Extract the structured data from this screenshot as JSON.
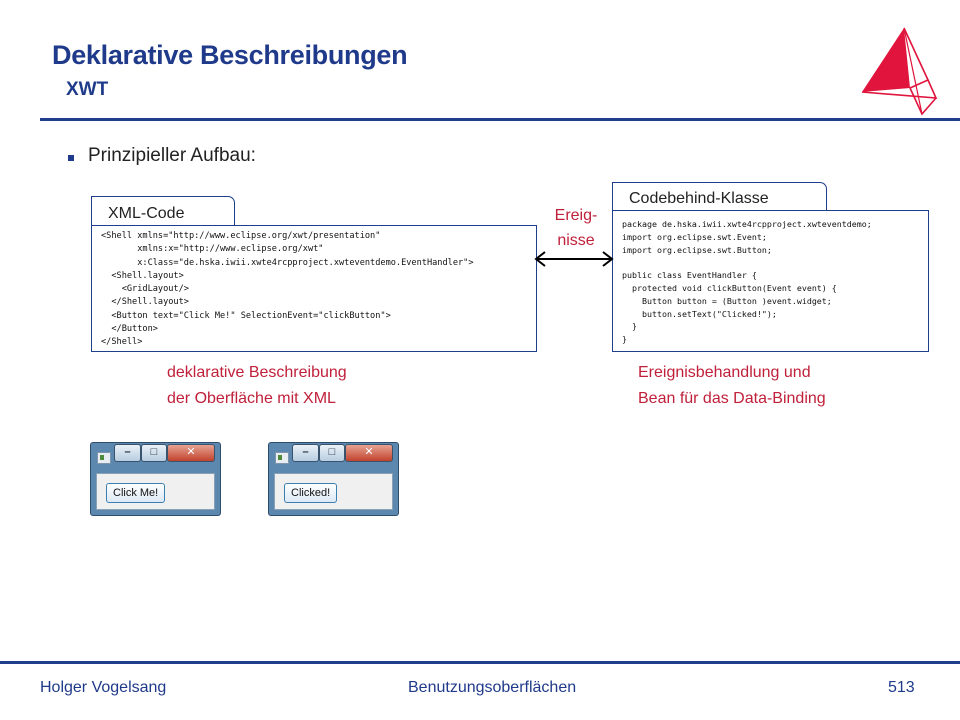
{
  "slide": {
    "title": "Deklarative Beschreibungen",
    "subtitle": "XWT",
    "bullet": "Prinzipieller Aufbau:"
  },
  "xml_panel": {
    "tab_label": "XML-Code",
    "code": "<Shell xmlns=\"http://www.eclipse.org/xwt/presentation\"\n       xmlns:x=\"http://www.eclipse.org/xwt\"\n       x:Class=\"de.hska.iwii.xwte4rcpproject.xwteventdemo.EventHandler\">\n  <Shell.layout>\n    <GridLayout/>\n  </Shell.layout>\n  <Button text=\"Click Me!\" SelectionEvent=\"clickButton\">\n  </Button>\n</Shell>",
    "caption_line1": "deklarative Beschreibung",
    "caption_line2": "der Oberfläche mit XML"
  },
  "codebehind_panel": {
    "tab_label": "Codebehind-Klasse",
    "code": "package de.hska.iwii.xwte4rcpproject.xwteventdemo;\nimport org.eclipse.swt.Event;\nimport org.eclipse.swt.Button;\n\npublic class EventHandler {\n  protected void clickButton(Event event) {\n    Button button = (Button )event.widget;\n    button.setText(\"Clicked!\");\n  }\n}",
    "caption_line1": "Ereignisbehandlung und",
    "caption_line2": "Bean für das Data-Binding"
  },
  "connector": {
    "line1": "Ereig-",
    "line2": "nisse"
  },
  "windows": [
    {
      "button_label": "Click Me!",
      "min_glyph": "–",
      "max_glyph": "□",
      "close_glyph": "✕"
    },
    {
      "button_label": "Clicked!",
      "min_glyph": "–",
      "max_glyph": "□",
      "close_glyph": "✕"
    }
  ],
  "footer": {
    "author": "Holger Vogelsang",
    "course": "Benutzungsoberflächen",
    "page": "513"
  },
  "colors": {
    "heading": "#1f3a8a",
    "accent_red": "#c0203a",
    "logo_red": "#e0143c"
  }
}
